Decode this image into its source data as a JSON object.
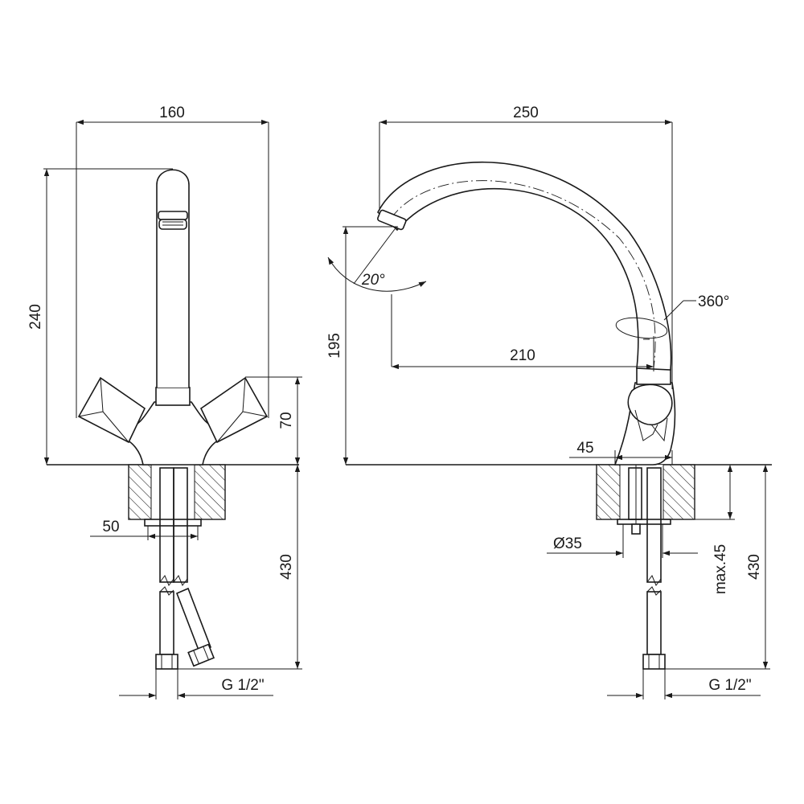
{
  "dimensions": {
    "front": {
      "width": "160",
      "height": "240",
      "handle_height": "70",
      "hole_width": "50",
      "below_deck": "430",
      "connection": "G 1/2\""
    },
    "side": {
      "width": "250",
      "aerator_height": "195",
      "spout_reach": "210",
      "rotation": "360°",
      "tilt_angle": "20°",
      "base": "45",
      "hole_diameter": "Ø35",
      "max_thickness": "max.45",
      "below_deck": "430",
      "connection": "G 1/2\""
    }
  },
  "colors": {
    "line": "#1a1a1a",
    "background": "#ffffff"
  }
}
